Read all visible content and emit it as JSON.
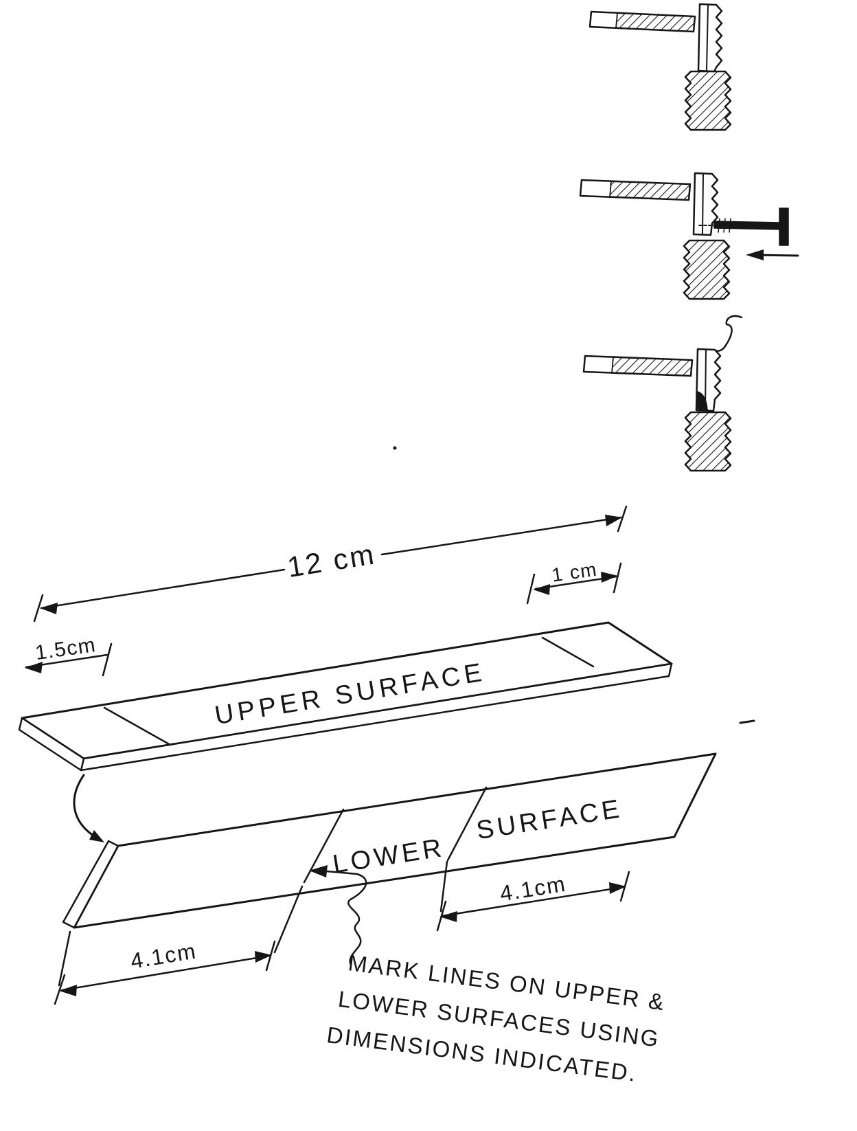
{
  "colors": {
    "ink": "#161616",
    "paper": "#ffffff"
  },
  "upper_strip": {
    "label": "UPPER SURFACE"
  },
  "lower_strip": {
    "label_left": "LOWER",
    "label_right": "SURFACE"
  },
  "dimensions": {
    "overall_length": "12 cm",
    "left_offset": "1.5cm",
    "right_offset": "1 cm",
    "lower_left": "4.1cm",
    "lower_right": "4.1cm"
  },
  "note": {
    "line1": "MARK LINES ON UPPER &",
    "line2": "LOWER SURFACES USING",
    "line3": "DIMENSIONS INDICATED."
  }
}
